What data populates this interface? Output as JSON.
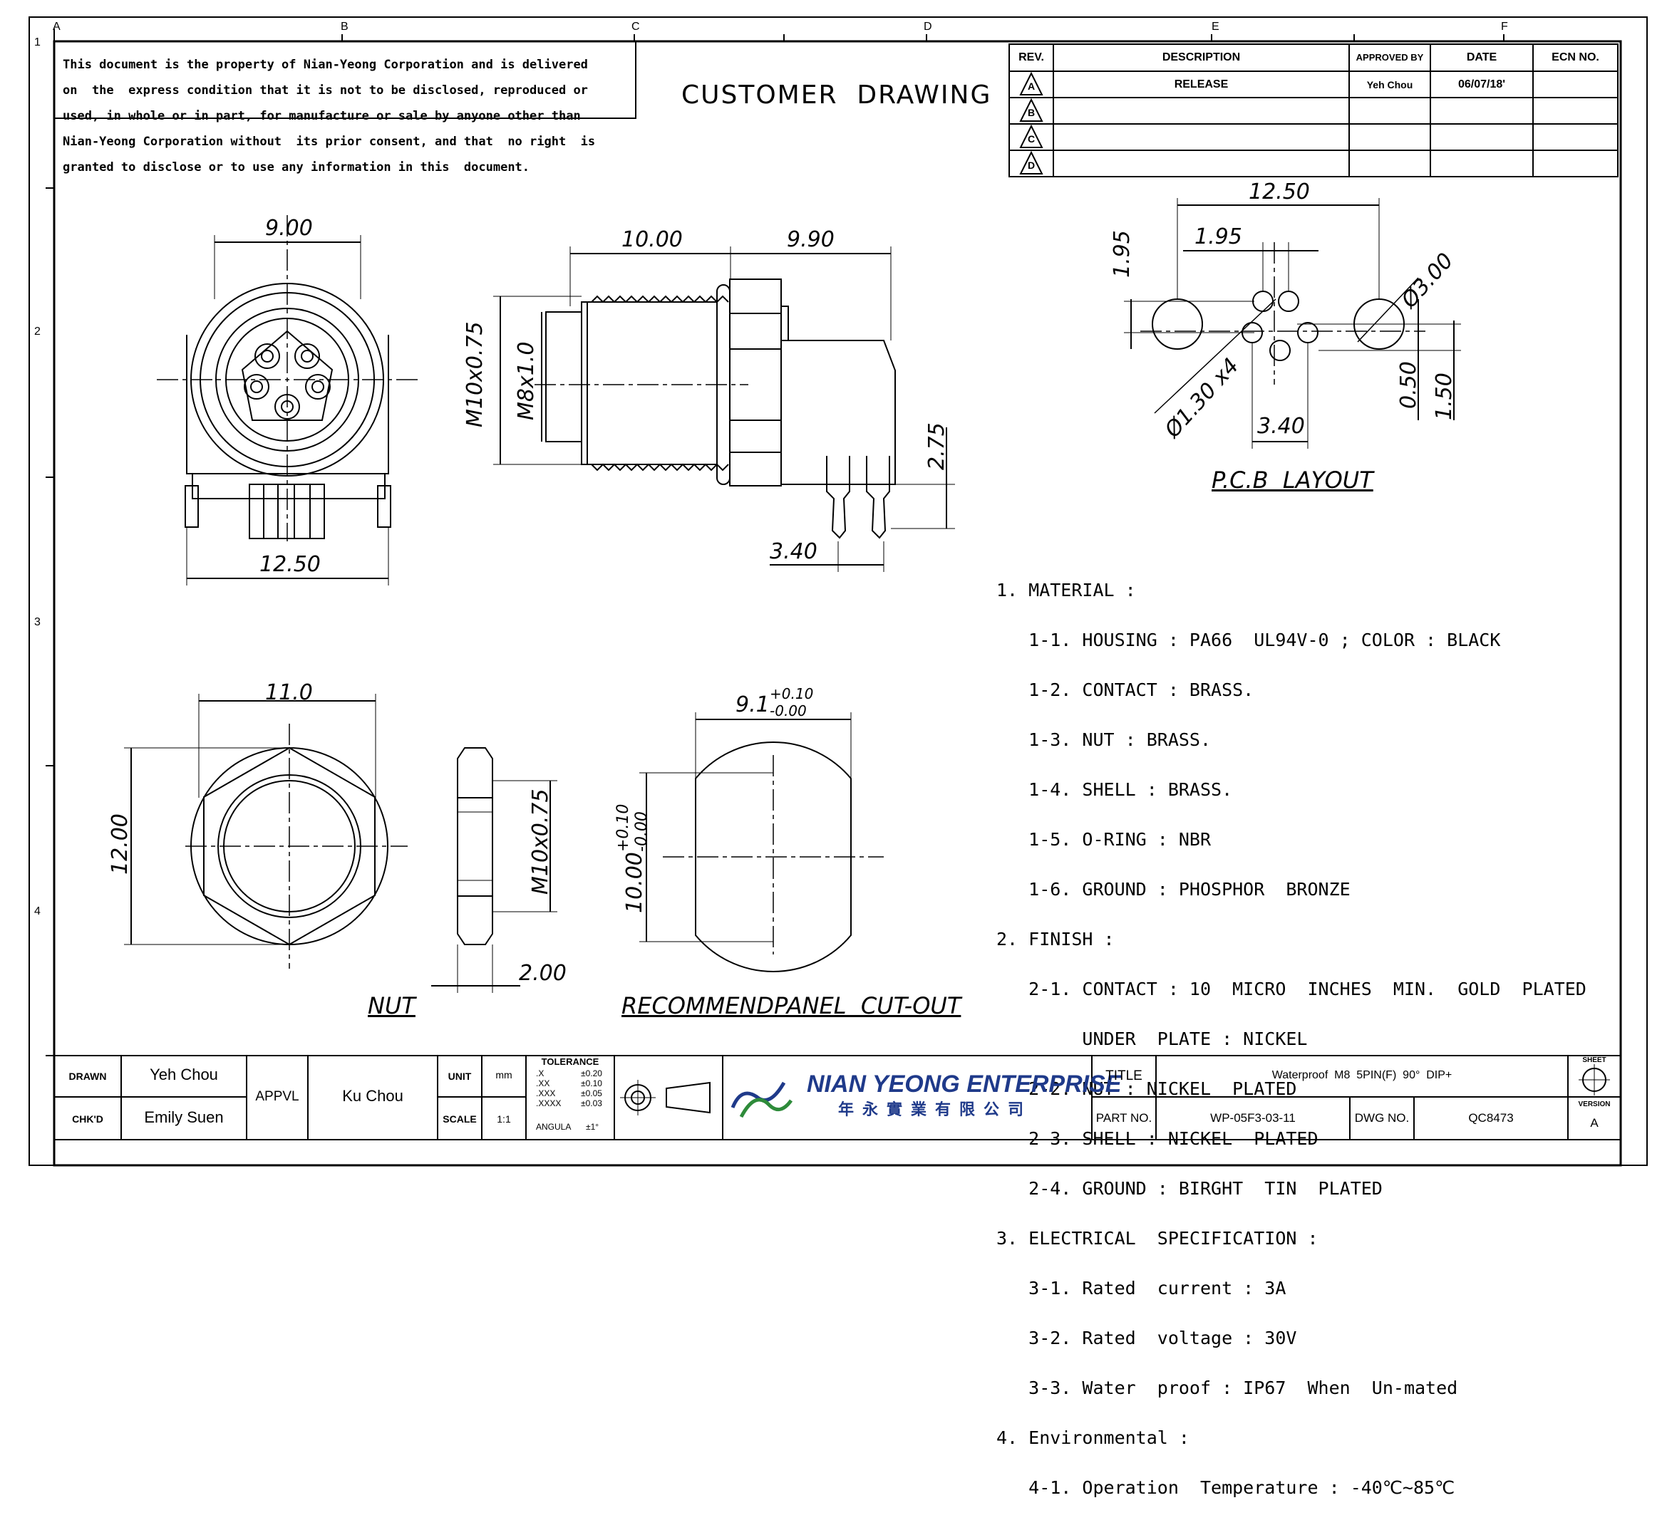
{
  "header": {
    "disclaimer_lines": [
      "This document is the property of Nian-Yeong Corporation and is delivered",
      "on  the  express condition that it is not to be disclosed, reproduced or",
      "used, in whole or in part, for manufacture or sale by anyone other than",
      "Nian-Yeong Corporation without  its prior consent, and that  no right  is",
      "granted to disclose or to use any information in this  document."
    ],
    "title": "CUSTOMER  DRAWING"
  },
  "zones": {
    "columns": [
      "A",
      "B",
      "C",
      "D",
      "E",
      "F"
    ],
    "rows": [
      "1",
      "2",
      "3",
      "4"
    ]
  },
  "revision_table": {
    "headers": [
      "REV.",
      "DESCRIPTION",
      "APPROVED BY",
      "DATE",
      "ECN NO."
    ],
    "rows": [
      {
        "rev": "A",
        "description": "RELEASE",
        "approved_by": "Yeh Chou",
        "date": "06/07/18'",
        "ecn": ""
      },
      {
        "rev": "B",
        "description": "",
        "approved_by": "",
        "date": "",
        "ecn": ""
      },
      {
        "rev": "C",
        "description": "",
        "approved_by": "",
        "date": "",
        "ecn": ""
      },
      {
        "rev": "D",
        "description": "",
        "approved_by": "",
        "date": "",
        "ecn": ""
      }
    ]
  },
  "dimensions": {
    "front_width_top": "9.00",
    "front_width_bottom": "12.50",
    "side_thread_len": "10.00",
    "side_body_len": "9.90",
    "side_outer_thread": "M10x0.75",
    "side_inner_thread": "M8x1.0",
    "side_pin_height": "2.75",
    "side_pin_pitch": "3.40",
    "pcb_total": "12.50",
    "pcb_pitch": "1.95",
    "pcb_pitch_v": "1.95",
    "pcb_big_hole": "Ø3.00",
    "pcb_small_hole": "Ø1.30 x4",
    "pcb_offset_1": "0.50",
    "pcb_offset_2": "1.50",
    "pcb_pitch_b": "3.40",
    "nut_across_flats": "11.0",
    "nut_height": "12.00",
    "nut_thread": "M10x0.75",
    "nut_thickness": "2.00",
    "cutout_width": "9.1",
    "cutout_width_tol_plus": "+0.10",
    "cutout_width_tol_minus": "-0.00",
    "cutout_height": "10.00",
    "cutout_height_tol_plus": "+0.10",
    "cutout_height_tol_minus": "-0.00"
  },
  "labels": {
    "pcb_layout": "P.C.B  LAYOUT",
    "nut": "NUT",
    "panel_cutout": "RECOMMENDPANEL  CUT-OUT"
  },
  "notes": [
    "1. MATERIAL :",
    "   1-1. HOUSING : PA66  UL94V-0 ; COLOR : BLACK",
    "   1-2. CONTACT : BRASS.",
    "   1-3. NUT : BRASS.",
    "   1-4. SHELL : BRASS.",
    "   1-5. O-RING : NBR",
    "   1-6. GROUND : PHOSPHOR  BRONZE",
    "2. FINISH :",
    "   2-1. CONTACT : 10  MICRO  INCHES  MIN.  GOLD  PLATED",
    "        UNDER  PLATE : NICKEL",
    "   2-2. NUT : NICKEL  PLATED",
    "   2-3. SHELL : NICKEL  PLATED",
    "   2-4. GROUND : BIRGHT  TIN  PLATED",
    "3. ELECTRICAL  SPECIFICATION :",
    "   3-1. Rated  current : 3A",
    "   3-2. Rated  voltage : 30V",
    "   3-3. Water  proof : IP67  When  Un-mated",
    "4. Environmental :",
    "   4-1. Operation  Temperature : -40℃~85℃"
  ],
  "title_block": {
    "drawn_label": "DRAWN",
    "drawn_by": "Yeh Chou",
    "chkd_label": "CHK'D",
    "chkd_by": "Emily Suen",
    "appvl_label": "APPVL",
    "appvl_by": "Ku Chou",
    "unit_label": "UNIT",
    "unit_value": "mm",
    "scale_label": "SCALE",
    "scale_value": "1:1",
    "tolerance_title": "TOLERANCE",
    "tolerance_rows": [
      {
        "k": ".X",
        "v": "±0.20"
      },
      {
        "k": ".XX",
        "v": "±0.10"
      },
      {
        "k": ".XXX",
        "v": "±0.05"
      },
      {
        "k": ".XXXX",
        "v": "±0.03"
      },
      {
        "k": "ANGULA",
        "v": "±1°"
      }
    ],
    "company_name": "NIAN YEONG ENTERPRISE",
    "company_name_cn": "年永實業有限公司",
    "title_label": "TITLE",
    "title_value": "Waterproof  M8  5PIN(F)  90°  DIP+",
    "part_no_label": "PART NO.",
    "part_no_value": "WP-05F3-03-11",
    "dwg_no_label": "DWG NO.",
    "dwg_no_value": "QC8473",
    "sheet_label": "SHEET",
    "version_label": "VERSION",
    "version_value": "A"
  }
}
